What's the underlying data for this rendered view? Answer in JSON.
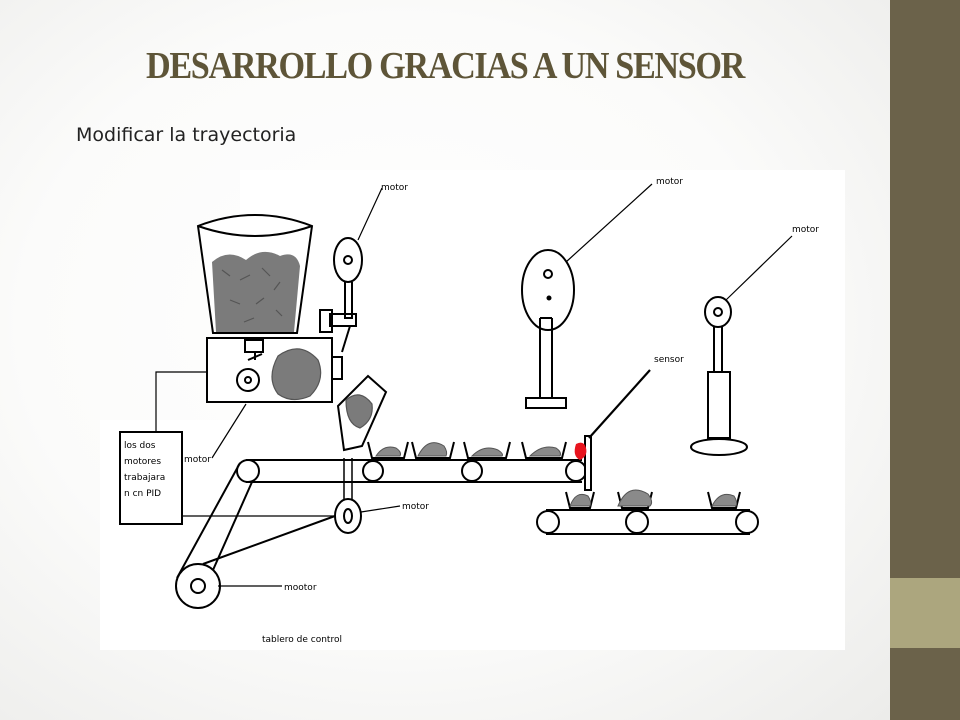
{
  "slide": {
    "title": "DESARROLLO GRACIAS A UN SENSOR",
    "subtitle": "Modificar la trayectoria"
  },
  "diagram": {
    "labels": {
      "motor_top_left": "motor",
      "motor_top_center": "motor",
      "motor_top_right": "motor",
      "sensor": "sensor",
      "motor_left": "motor",
      "motor_bottom": "motor",
      "mootor": "mootor",
      "control_box_line1": "los dos",
      "control_box_line2": "motores",
      "control_box_line3": "trabajara",
      "control_box_line4": "n cn PID",
      "control_panel": "tablero de control"
    },
    "colors": {
      "sensor_marker": "#e8141e",
      "material": "#7b7b7b"
    }
  }
}
